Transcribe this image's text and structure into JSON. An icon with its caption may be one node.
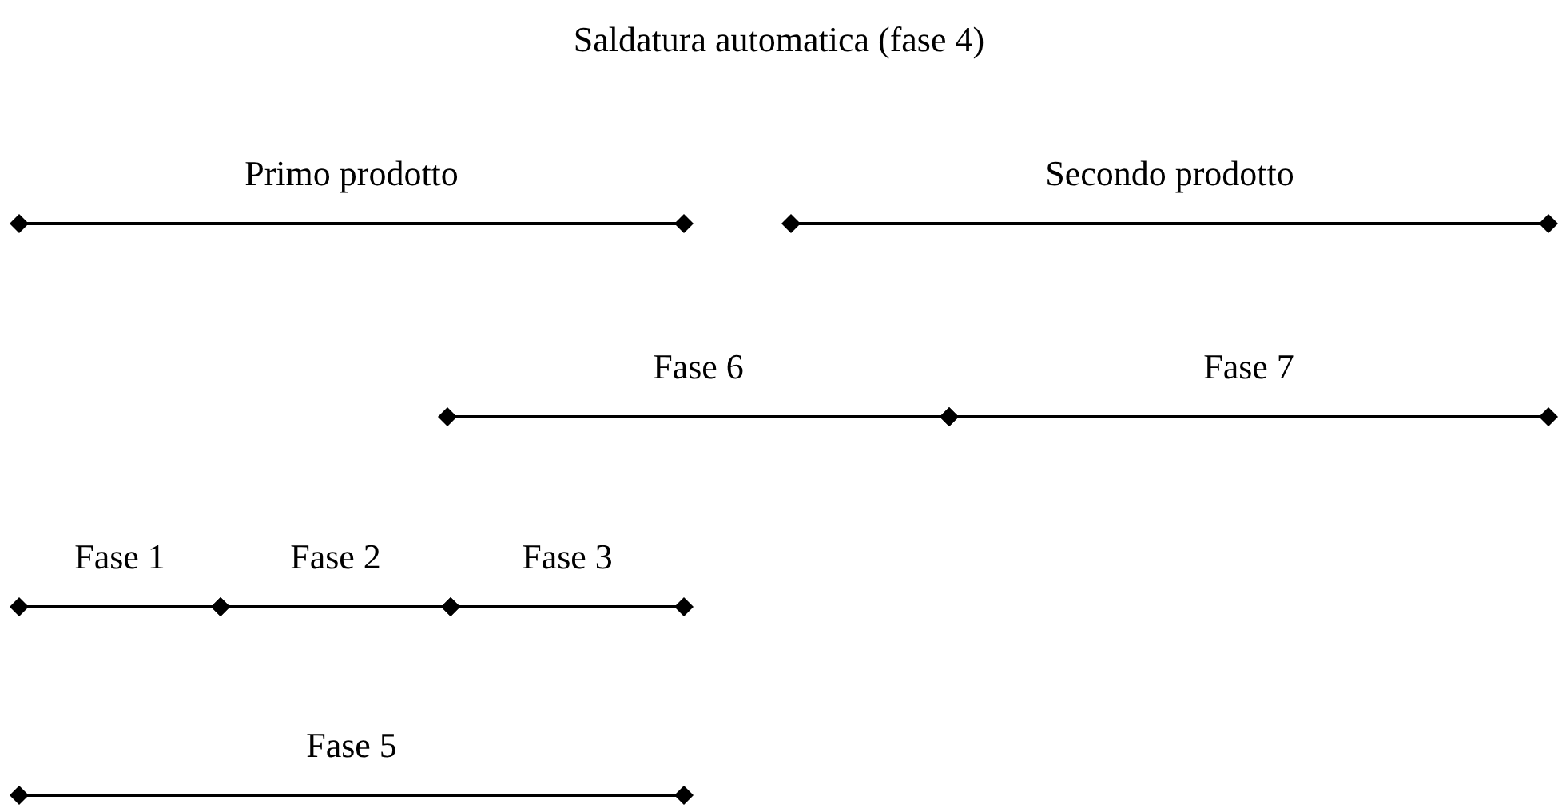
{
  "diagram": {
    "title": "Saldatura automatica (fase 4)",
    "nodes": [
      {
        "text": [
          "Primo prodotto"
        ]
      },
      {
        "text": [
          "Secondo prodotto"
        ]
      },
      {
        "text": [
          "Fase 6"
        ]
      },
      {
        "text": [
          "Fase 7"
        ]
      },
      {
        "text": [
          "Fase 1"
        ]
      },
      {
        "text": [
          "Fase 2"
        ]
      },
      {
        "text": [
          "Fase 3"
        ]
      },
      {
        "text": [
          "Fase 5"
        ]
      }
    ]
  }
}
